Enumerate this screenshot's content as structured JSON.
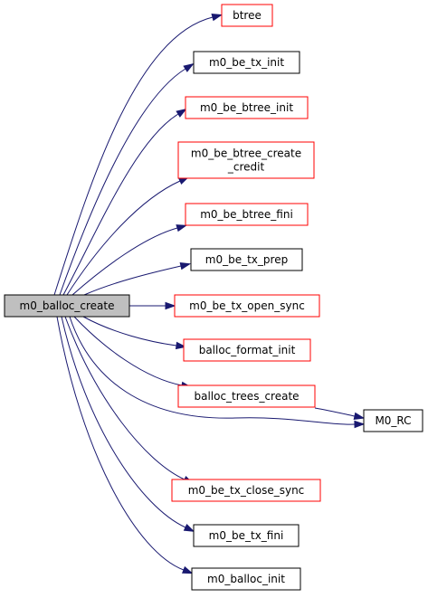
{
  "colors": {
    "root_fill": "#bfbfbf",
    "root_stroke": "#000000",
    "linked_stroke": "#ff0000",
    "plain_stroke": "#000000",
    "node_fill": "#ffffff",
    "edge": "#191970"
  },
  "nodes": [
    {
      "id": "root",
      "lines": [
        "m0_balloc_create"
      ],
      "style": "root"
    },
    {
      "id": "btree",
      "lines": [
        "btree"
      ],
      "style": "linked"
    },
    {
      "id": "tx_init",
      "lines": [
        "m0_be_tx_init"
      ],
      "style": "plain"
    },
    {
      "id": "btree_init",
      "lines": [
        "m0_be_btree_init"
      ],
      "style": "linked"
    },
    {
      "id": "btree_create_credit",
      "lines": [
        "m0_be_btree_create",
        "_credit"
      ],
      "style": "linked"
    },
    {
      "id": "btree_fini",
      "lines": [
        "m0_be_btree_fini"
      ],
      "style": "linked"
    },
    {
      "id": "tx_prep",
      "lines": [
        "m0_be_tx_prep"
      ],
      "style": "plain"
    },
    {
      "id": "tx_open_sync",
      "lines": [
        "m0_be_tx_open_sync"
      ],
      "style": "linked"
    },
    {
      "id": "format_init",
      "lines": [
        "balloc_format_init"
      ],
      "style": "linked"
    },
    {
      "id": "trees_create",
      "lines": [
        "balloc_trees_create"
      ],
      "style": "linked"
    },
    {
      "id": "m0_rc",
      "lines": [
        "M0_RC"
      ],
      "style": "plain"
    },
    {
      "id": "tx_close_sync",
      "lines": [
        "m0_be_tx_close_sync"
      ],
      "style": "linked"
    },
    {
      "id": "tx_fini",
      "lines": [
        "m0_be_tx_fini"
      ],
      "style": "plain"
    },
    {
      "id": "balloc_init",
      "lines": [
        "m0_balloc_init"
      ],
      "style": "plain"
    }
  ],
  "edges": [
    {
      "from": "root",
      "to": "btree"
    },
    {
      "from": "root",
      "to": "tx_init"
    },
    {
      "from": "root",
      "to": "btree_init"
    },
    {
      "from": "root",
      "to": "btree_create_credit"
    },
    {
      "from": "root",
      "to": "btree_fini"
    },
    {
      "from": "root",
      "to": "tx_prep"
    },
    {
      "from": "root",
      "to": "tx_open_sync"
    },
    {
      "from": "root",
      "to": "format_init"
    },
    {
      "from": "root",
      "to": "trees_create"
    },
    {
      "from": "root",
      "to": "m0_rc"
    },
    {
      "from": "trees_create",
      "to": "m0_rc"
    },
    {
      "from": "root",
      "to": "tx_close_sync"
    },
    {
      "from": "root",
      "to": "tx_fini"
    },
    {
      "from": "root",
      "to": "balloc_init"
    }
  ]
}
